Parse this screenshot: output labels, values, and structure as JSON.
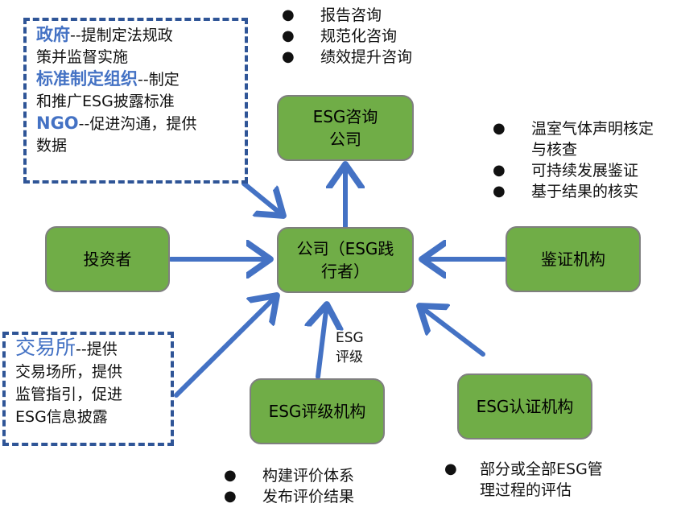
{
  "colors": {
    "node_fill": "#70ad47",
    "arrow": "#4472c4",
    "dash_border": "#2f5597",
    "highlight": "#4472c4"
  },
  "nodes": {
    "center": {
      "line1": "公司（ESG践",
      "line2": "行者）"
    },
    "consulting": {
      "line1": "ESG咨询",
      "line2": "公司"
    },
    "investor": {
      "label": "投资者"
    },
    "assurance": {
      "label": "鉴证机构"
    },
    "rating": {
      "label": "ESG评级机构"
    },
    "certification": {
      "label": "ESG认证机构"
    }
  },
  "regulators_box": {
    "gov_title": "政府",
    "gov_desc_1": "--提制定法规政",
    "gov_desc_2": "策并监督实施",
    "std_title": "标准制定组织",
    "std_desc_1": "--制定",
    "std_desc_2": "和推广ESG披露标准",
    "ngo_title": "NGO",
    "ngo_desc_1": "--促进沟通，提供",
    "ngo_desc_2": "数据"
  },
  "exchange_box": {
    "title": "交易所",
    "desc_1": "--提供",
    "desc_2": "交易场所，提供",
    "desc_3": "监管指引，促进",
    "desc_4": "ESG信息披露"
  },
  "consulting_services": [
    "报告咨询",
    "规范化咨询",
    "绩效提升咨询"
  ],
  "assurance_services": [
    "温室气体声明核定与核查",
    "可持续发展鉴证",
    "基于结果的核实"
  ],
  "rating_services": [
    "构建评价体系",
    "发布评价结果"
  ],
  "certification_services": [
    "部分或全部ESG管理过程的评估"
  ],
  "rating_arrow_label": {
    "line1": "ESG",
    "line2": "评级"
  },
  "bullet_glyph": "●"
}
